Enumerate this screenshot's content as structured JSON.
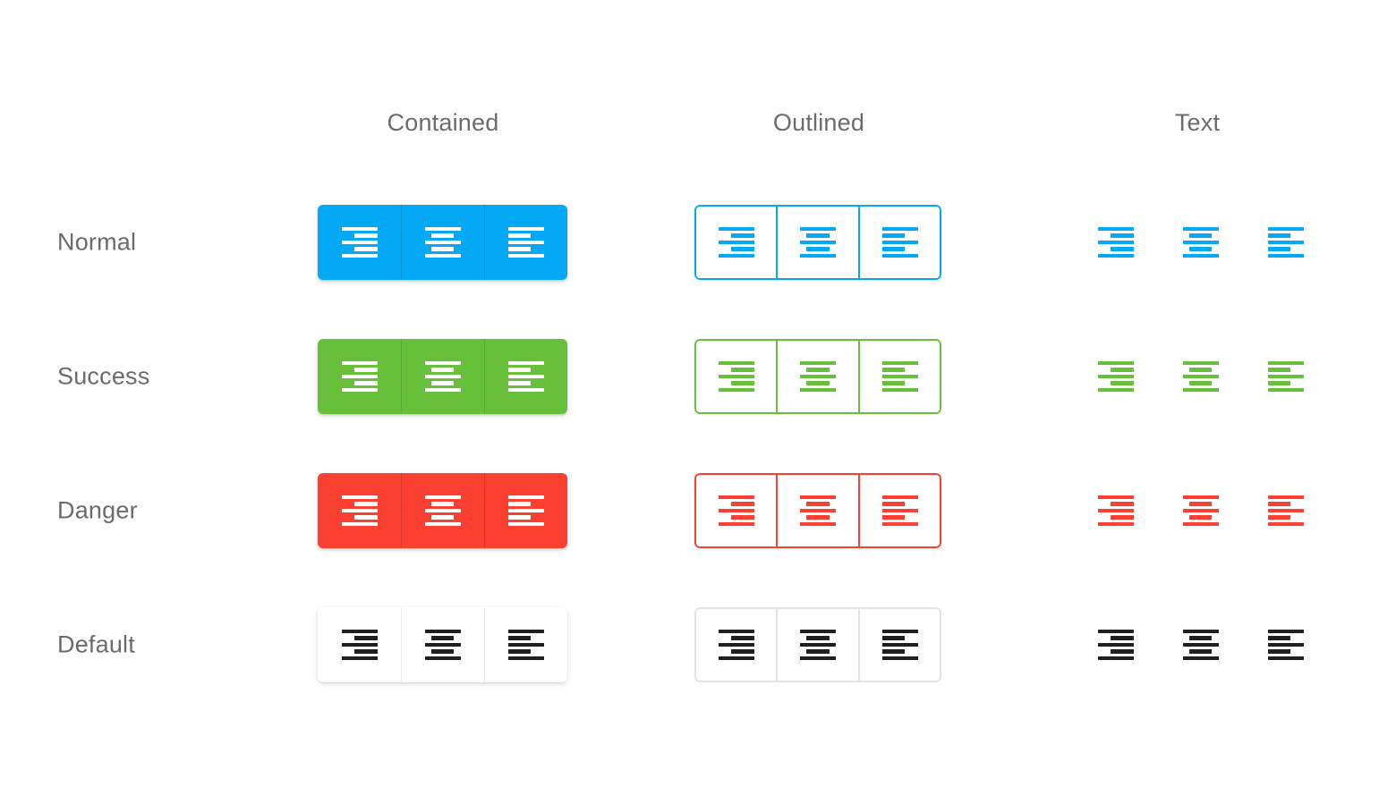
{
  "columns": [
    {
      "label": "Contained",
      "key": "contained"
    },
    {
      "label": "Outlined",
      "key": "outlined"
    },
    {
      "label": "Text",
      "key": "text"
    }
  ],
  "rows": [
    {
      "label": "Normal",
      "key": "normal",
      "color": "#03a9f4"
    },
    {
      "label": "Success",
      "key": "success",
      "color": "#68c03a"
    },
    {
      "label": "Danger",
      "key": "danger",
      "color": "#fb3f31"
    },
    {
      "label": "Default",
      "key": "default",
      "color": "#1f1f1f"
    }
  ],
  "buttons": [
    {
      "icon": "align-right-icon",
      "label": "Align right"
    },
    {
      "icon": "align-center-icon",
      "label": "Align center"
    },
    {
      "icon": "align-left-icon",
      "label": "Align left"
    }
  ],
  "colors": {
    "normal_fill": "#03a9f4",
    "normal_border": "#03a9f4",
    "normal_icon": "#03a9f4",
    "success_fill": "#68c03a",
    "success_border": "#68c03a",
    "success_icon": "#68c03a",
    "danger_fill": "#fb3f31",
    "danger_border": "#fb3f31",
    "danger_icon": "#fb3f31",
    "default_fill": "#ffffff",
    "default_border": "#e3e3e3",
    "default_icon": "#1f1f1f",
    "contained_icon_on_color": "#ffffff",
    "page_background": "#ffffff",
    "header_text": "#6b6b6b",
    "row_label_text": "#6b6b6b"
  },
  "icon_patterns": {
    "align-right-icon": [
      "long",
      "short",
      "long",
      "short",
      "long"
    ],
    "align-center-icon": [
      "long",
      "short",
      "long",
      "short",
      "long"
    ],
    "align-left-icon": [
      "long",
      "short",
      "long",
      "short",
      "long"
    ]
  }
}
